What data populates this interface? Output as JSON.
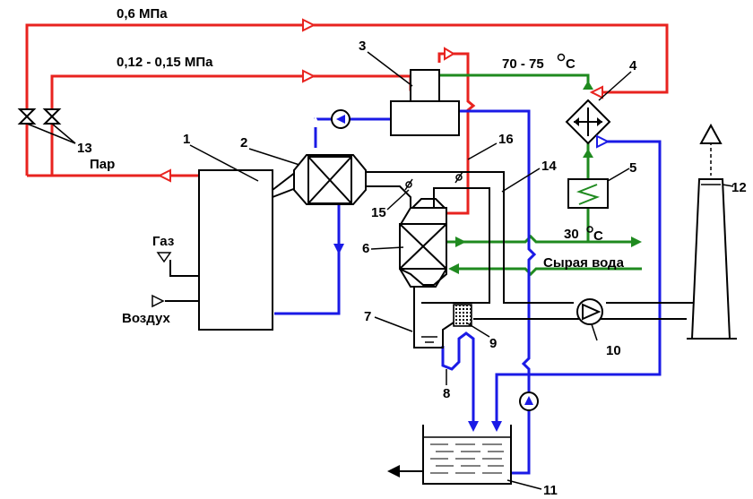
{
  "labels": {
    "pressure_high": "0,6 МПа",
    "pressure_low": "0,12 - 0,15 МПа",
    "temp_hot": "70 - 75",
    "temp_hot_unit": "С",
    "temp_cold": "30",
    "temp_cold_unit": "С",
    "steam": "Пар",
    "gas": "Газ",
    "air": "Воздух",
    "raw_water": "Сырая вода"
  },
  "numbers": {
    "n1": "1",
    "n2": "2",
    "n3": "3",
    "n4": "4",
    "n5": "5",
    "n6": "6",
    "n7": "7",
    "n8": "8",
    "n9": "9",
    "n10": "10",
    "n11": "11",
    "n12": "12",
    "n13": "13",
    "n14": "14",
    "n15": "15",
    "n16": "16"
  },
  "colors": {
    "steam_line": "#e8231f",
    "water_line": "#1a1ae6",
    "heating_line": "#1f8a1f",
    "flue_line": "#000000"
  }
}
